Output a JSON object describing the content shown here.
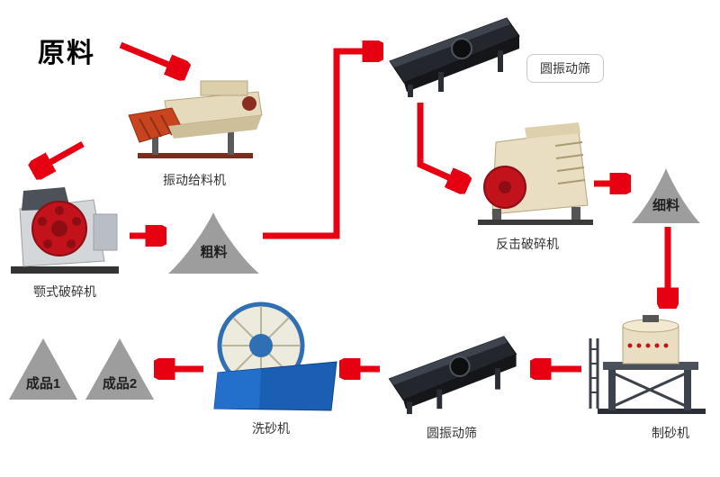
{
  "diagram": {
    "raw_material_label": "原料",
    "arrow_color": "#e60012"
  },
  "nodes": {
    "feeder": {
      "label": "振动给料机"
    },
    "jaw_crusher": {
      "label": "颚式破碎机"
    },
    "coarse_pile": {
      "label": "粗料"
    },
    "screen_top": {
      "label": "圆振动筛"
    },
    "impact_crusher": {
      "label": "反击破碎机"
    },
    "fine_pile": {
      "label": "细料"
    },
    "sand_maker": {
      "label": "制砂机"
    },
    "screen_bottom": {
      "label": "圆振动筛"
    },
    "sand_washer": {
      "label": "洗砂机"
    },
    "product_1": {
      "label": "成品1"
    },
    "product_2": {
      "label": "成品2"
    }
  }
}
